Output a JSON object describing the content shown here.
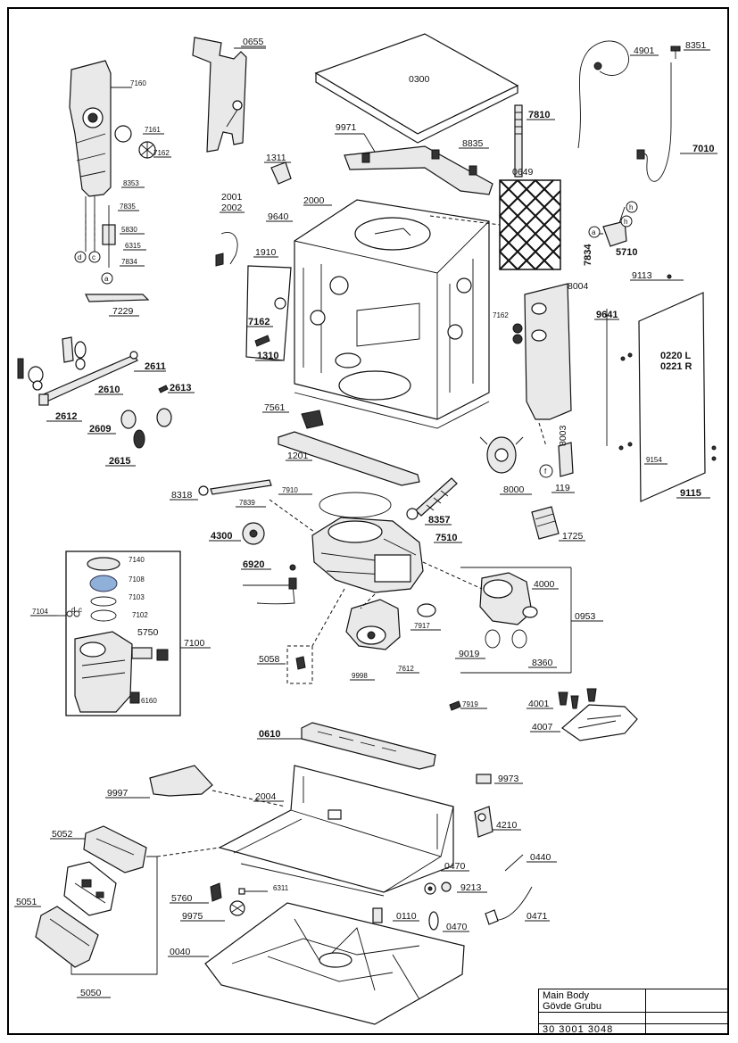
{
  "title_block": {
    "name_en": "Main Body",
    "name_tr": "Gövde Grubu",
    "code": "30 3001 3048"
  },
  "labels": {
    "p0655": "0655",
    "p0300": "0300",
    "p4901": "4901",
    "p8351": "8351",
    "p7160": "7160",
    "p7161": "7161",
    "p7162a": "7162",
    "p8353": "8353",
    "p7835": "7835",
    "p5830": "5830",
    "p6315": "6315",
    "p7834a": "7834",
    "p9971": "9971",
    "p8835": "8835",
    "p7810": "7810",
    "p7010": "7010",
    "p1311": "1311",
    "p0649": "0649",
    "p2001": "2001",
    "p2002": "2002",
    "p2000": "2000",
    "p9640": "9640",
    "p1910": "1910",
    "p7834b": "7834",
    "p5710": "5710",
    "p7229": "7229",
    "p9113": "9113",
    "p8004": "8004",
    "p7162b": "7162",
    "p7162c": "7162",
    "p9641": "9641",
    "p0220": "0220 L",
    "p0221": "0221 R",
    "p1310": "1310",
    "p2611": "2611",
    "p2610": "2610",
    "p2613": "2613",
    "p2612": "2612",
    "p2609": "2609",
    "p2615": "2615",
    "p7561": "7561",
    "p8003": "8003",
    "p1201": "1201",
    "p9154": "9154",
    "p8000": "8000",
    "p119": "119",
    "p9115": "9115",
    "p8318": "8318",
    "p7910": "7910",
    "p7839": "7839",
    "p8357": "8357",
    "p4300": "4300",
    "p7510": "7510",
    "p1725": "1725",
    "p7140": "7140",
    "p7108": "7108",
    "p7103": "7103",
    "p7104": "7104",
    "p7102": "7102",
    "p6920": "6920",
    "p4000": "4000",
    "p0953": "0953",
    "p5750": "5750",
    "p7100": "7100",
    "p7917": "7917",
    "p5058": "5058",
    "p9019": "9019",
    "p8360": "8360",
    "p7612": "7612",
    "p9998": "9998",
    "p6160": "6160",
    "p7919": "7919",
    "p4001": "4001",
    "p4007": "4007",
    "p0610": "0610",
    "p9973": "9973",
    "p9997": "9997",
    "p2004": "2004",
    "p4210": "4210",
    "p5052": "5052",
    "p0470a": "0470",
    "p0440": "0440",
    "p6311": "6311",
    "p9213": "9213",
    "p5760": "5760",
    "p0471": "0471",
    "p5051": "5051",
    "p9975": "9975",
    "p0110": "0110",
    "p0470b": "0470",
    "p0040": "0040",
    "p5050": "5050",
    "c_d": "d",
    "c_c": "c",
    "c_a": "a",
    "c_h1": "h",
    "c_h2": "h",
    "c_a2": "a",
    "c_d2": "d",
    "c_c2": "c",
    "c_f": "f"
  }
}
